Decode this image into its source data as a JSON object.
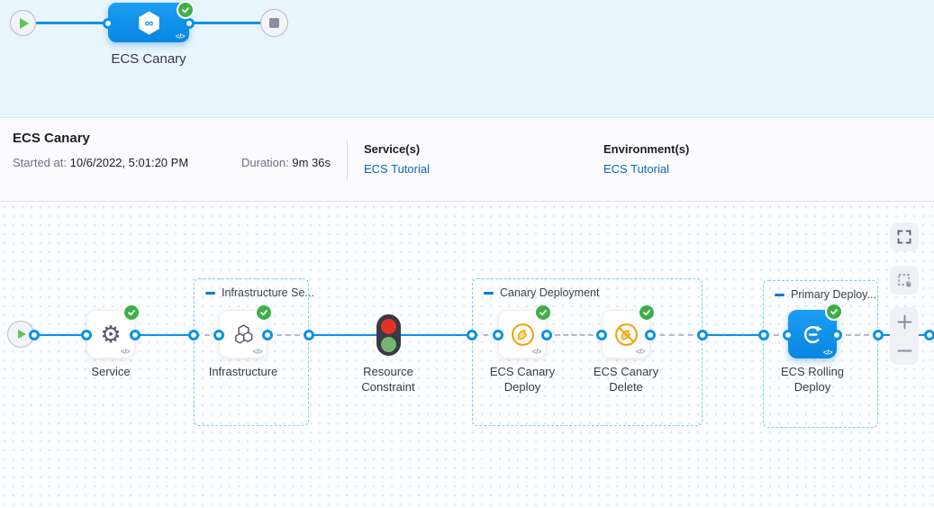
{
  "colors": {
    "accent_blue": "#0b92e8",
    "link_blue": "#0667c3",
    "success_green": "#3fae49",
    "canary_amber": "#f0a100",
    "group_border_blue": "#79cff2"
  },
  "banner": {
    "pipeline_label": "ECS Canary",
    "status": "success"
  },
  "summary": {
    "title": "ECS Canary",
    "started_label": "Started at:",
    "started_value": "10/6/2022, 5:01:20 PM",
    "duration_label": "Duration:",
    "duration_value": "9m 36s",
    "services_label": "Service(s)",
    "services_value": "ECS Tutorial",
    "environments_label": "Environment(s)",
    "environments_value": "ECS Tutorial"
  },
  "graph": {
    "groups": {
      "infrastructure": {
        "label": "Infrastructure Se..."
      },
      "canary": {
        "label": "Canary Deployment"
      },
      "primary": {
        "label": "Primary Deploy..."
      }
    },
    "nodes": {
      "service": {
        "label": "Service",
        "status": "success"
      },
      "infrastructure": {
        "label": "Infrastructure",
        "status": "success"
      },
      "resource_constraint": {
        "label": "Resource Constraint"
      },
      "canary_deploy": {
        "label": "ECS Canary Deploy",
        "status": "success"
      },
      "canary_delete": {
        "label": "ECS Canary Delete",
        "status": "success"
      },
      "rolling_deploy": {
        "label": "ECS Rolling Deploy",
        "status": "success"
      }
    },
    "code_glyph": "</>"
  }
}
